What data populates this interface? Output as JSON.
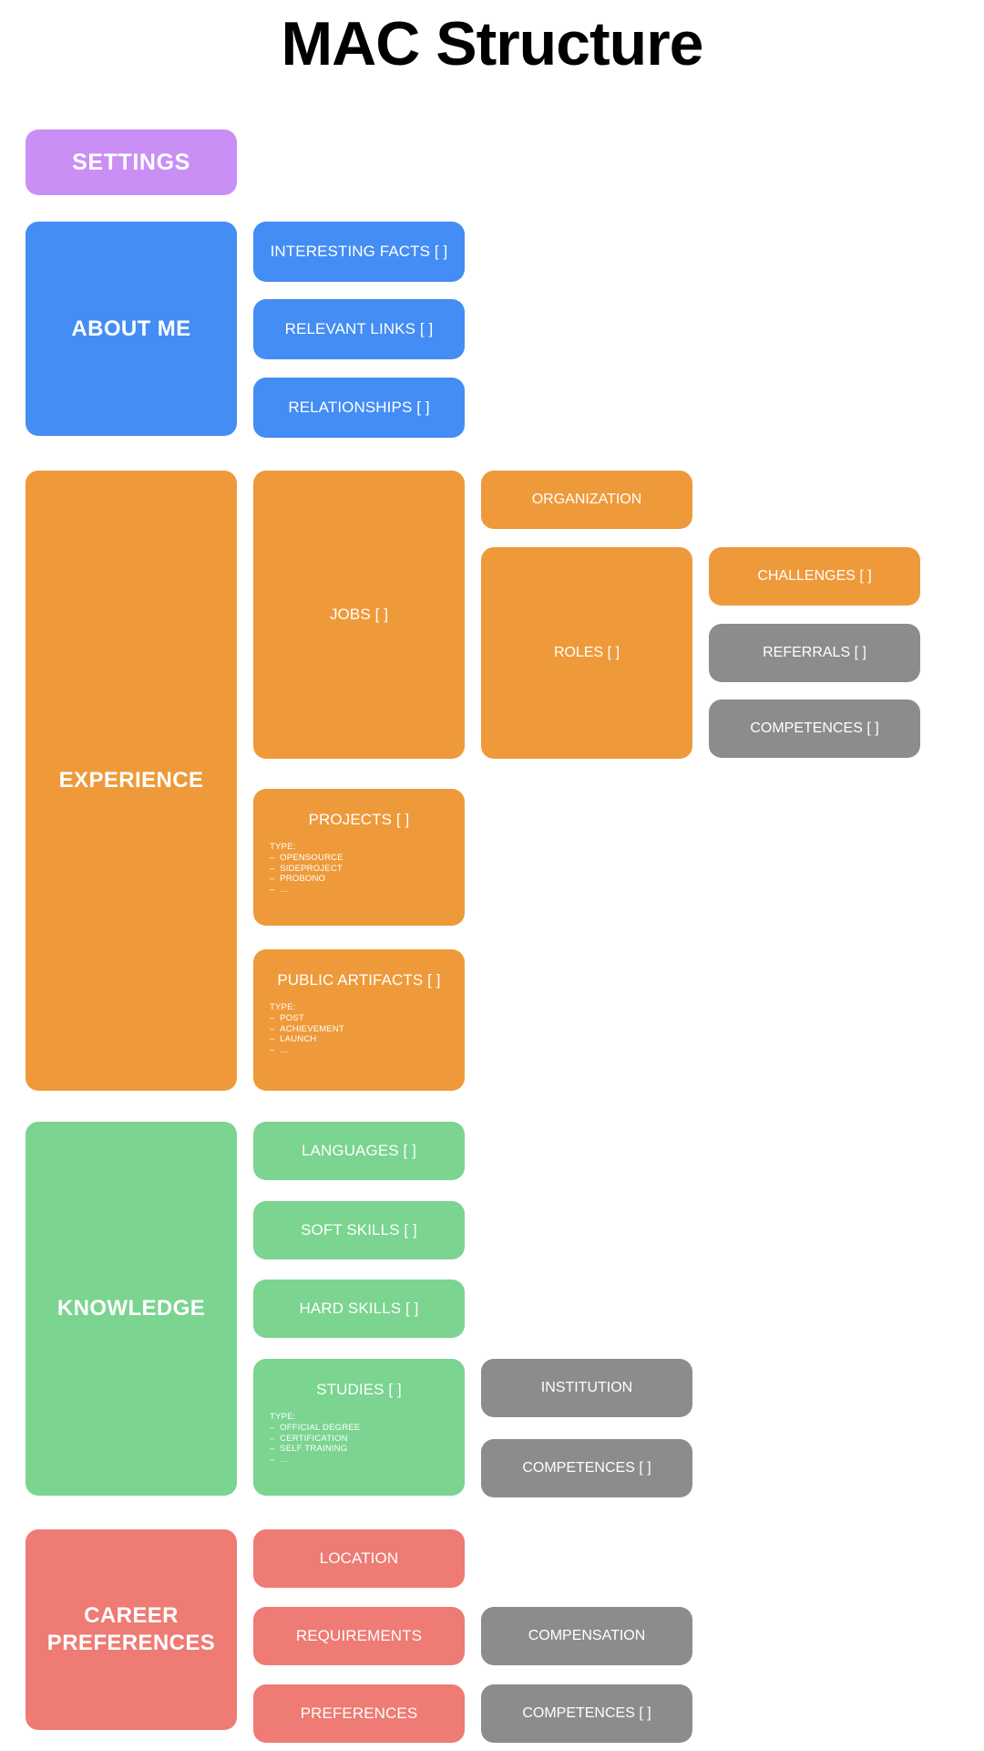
{
  "title": "MAC Structure",
  "colors": {
    "purple": "#c98ff5",
    "blue": "#438df4",
    "orange": "#ee9a3a",
    "green": "#7bd490",
    "red": "#ee7b74",
    "gray": "#8c8c8c",
    "background": "#ffffff",
    "text_on_box": "#ffffff",
    "title_text": "#000000"
  },
  "sections": {
    "settings": {
      "label": "SETTINGS"
    },
    "about_me": {
      "label": "ABOUT ME",
      "children": [
        {
          "label": "INTERESTING FACTS [ ]"
        },
        {
          "label": "RELEVANT LINKS [ ]"
        },
        {
          "label": "RELATIONSHIPS [ ]"
        }
      ]
    },
    "experience": {
      "label": "EXPERIENCE",
      "jobs": {
        "label": "JOBS [ ]"
      },
      "organization": {
        "label": "ORGANIZATION"
      },
      "roles": {
        "label": "ROLES [ ]"
      },
      "challenges": {
        "label": "CHALLENGES [ ]"
      },
      "referrals": {
        "label": "REFERRALS [ ]"
      },
      "competences": {
        "label": "COMPETENCES [ ]"
      },
      "projects": {
        "label": "PROJECTS [ ]",
        "type_heading": "TYPE:",
        "types": [
          "OPENSOURCE",
          "SIDEPROJECT",
          "PROBONO",
          "..."
        ]
      },
      "public_artifacts": {
        "label": "PUBLIC ARTIFACTS [ ]",
        "type_heading": "TYPE:",
        "types": [
          "POST",
          "ACHIEVEMENT",
          "LAUNCH",
          "..."
        ]
      }
    },
    "knowledge": {
      "label": "KNOWLEDGE",
      "languages": {
        "label": "LANGUAGES [ ]"
      },
      "soft_skills": {
        "label": "SOFT SKILLS [ ]"
      },
      "hard_skills": {
        "label": "HARD SKILLS [ ]"
      },
      "studies": {
        "label": "STUDIES [ ]",
        "type_heading": "TYPE:",
        "types": [
          "OFFICIAL DEGREE",
          "CERTIFICATION",
          "SELF TRAINING",
          "..."
        ]
      },
      "institution": {
        "label": "INSTITUTION"
      },
      "competences": {
        "label": "COMPETENCES [ ]"
      }
    },
    "career_preferences": {
      "label": "CAREER\nPREFERENCES",
      "label_line1": "CAREER",
      "label_line2": "PREFERENCES",
      "location": {
        "label": "LOCATION"
      },
      "requirements": {
        "label": "REQUIREMENTS"
      },
      "preferences": {
        "label": "PREFERENCES"
      },
      "compensation": {
        "label": "COMPENSATION"
      },
      "competences": {
        "label": "COMPETENCES [ ]"
      }
    }
  }
}
